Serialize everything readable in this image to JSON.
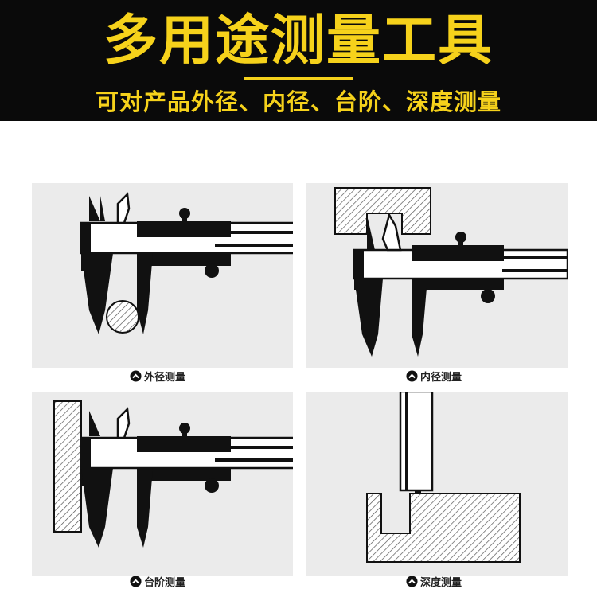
{
  "header": {
    "title": "多用途测量工具",
    "subtitle": "可对产品外径、内径、台阶、深度测量"
  },
  "colors": {
    "banner_bg": "#0a0a0a",
    "accent_yellow": "#f6d21b",
    "panel_bg": "#ebebeb",
    "ink": "#111111"
  },
  "panels": [
    {
      "caption": "外径测量",
      "icon": "chevron-up-circle-icon"
    },
    {
      "caption": "内径测量",
      "icon": "chevron-up-circle-icon"
    },
    {
      "caption": "台阶测量",
      "icon": "chevron-up-circle-icon"
    },
    {
      "caption": "深度测量",
      "icon": "chevron-up-circle-icon"
    }
  ]
}
